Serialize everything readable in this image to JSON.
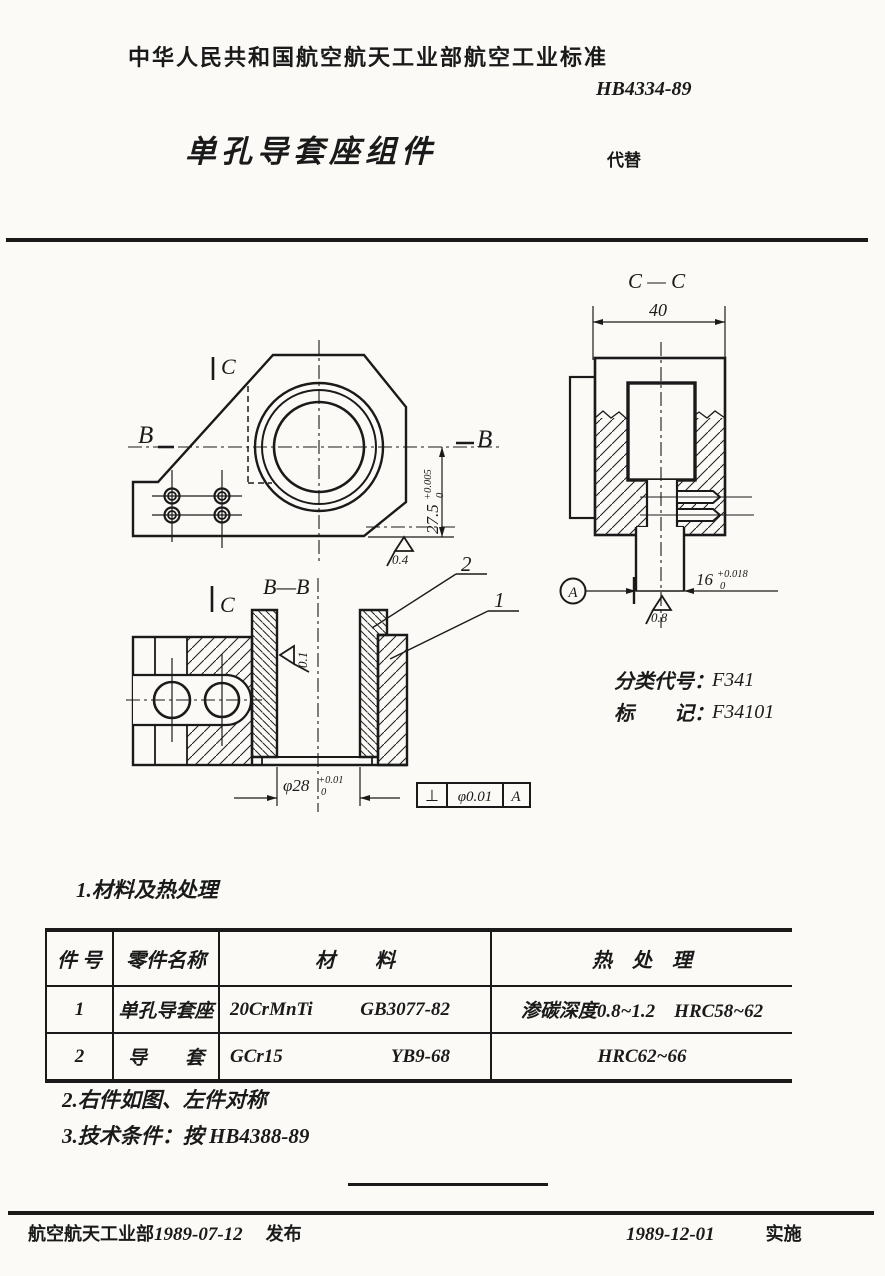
{
  "colors": {
    "ink": "#1a1a1a",
    "paper": "#fbfaf7"
  },
  "header": {
    "org_title": "中华人民共和国航空航天工业部航空工业标准",
    "standard_number": "HB4334-89",
    "part_title": "单孔导套座组件",
    "replaces_label": "代替"
  },
  "drawing": {
    "front_view": {
      "c_top": "C",
      "c_bottom": "C",
      "b_left": "B",
      "b_right": "B",
      "dim_height": "27.5",
      "dim_height_tol_up": "+0.005",
      "dim_height_tol_dn": "0",
      "finish": "0.4",
      "callout_bushing": "2",
      "callout_seat": "1"
    },
    "section_bb": {
      "label": "B—B",
      "dim_bore": "φ28",
      "dim_bore_tol_up": "+0.01",
      "dim_bore_tol_dn": "0",
      "finish": "0.1",
      "fcf": {
        "symbol": "⊥",
        "tolerance": "φ0.01",
        "datum": "A"
      }
    },
    "section_cc": {
      "label": "C — C",
      "dim_width": "40",
      "dim_tongue": "16",
      "dim_tongue_tol_up": "+0.018",
      "dim_tongue_tol_dn": "0",
      "finish": "0.8",
      "datum": "A"
    },
    "classification": {
      "code_label": "分类代号：",
      "code_value": "F341",
      "mark_label": "标　　记：",
      "mark_value": "F34101"
    }
  },
  "notes": {
    "note1": "1.材料及热处理",
    "note2": "2.右件如图、左件对称",
    "note3": "3.技术条件：按 HB4388-89"
  },
  "table": {
    "headers": [
      "件 号",
      "零件名称",
      "材　　料",
      "热　处　理"
    ],
    "rows": [
      {
        "no": "1",
        "name": "单孔导套座",
        "material": "20CrMnTi",
        "material_std": "GB3077-82",
        "heat": "渗碳深度0.8~1.2　HRC58~62"
      },
      {
        "no": "2",
        "name": "导　　套",
        "material": "GCr15",
        "material_std": "YB9-68",
        "heat": "HRC62~66"
      }
    ]
  },
  "footer": {
    "issuer": "航空航天工业部",
    "issue_date": "1989-07-12",
    "issue_label": "发布",
    "impl_date": "1989-12-01",
    "impl_label": "实施"
  }
}
